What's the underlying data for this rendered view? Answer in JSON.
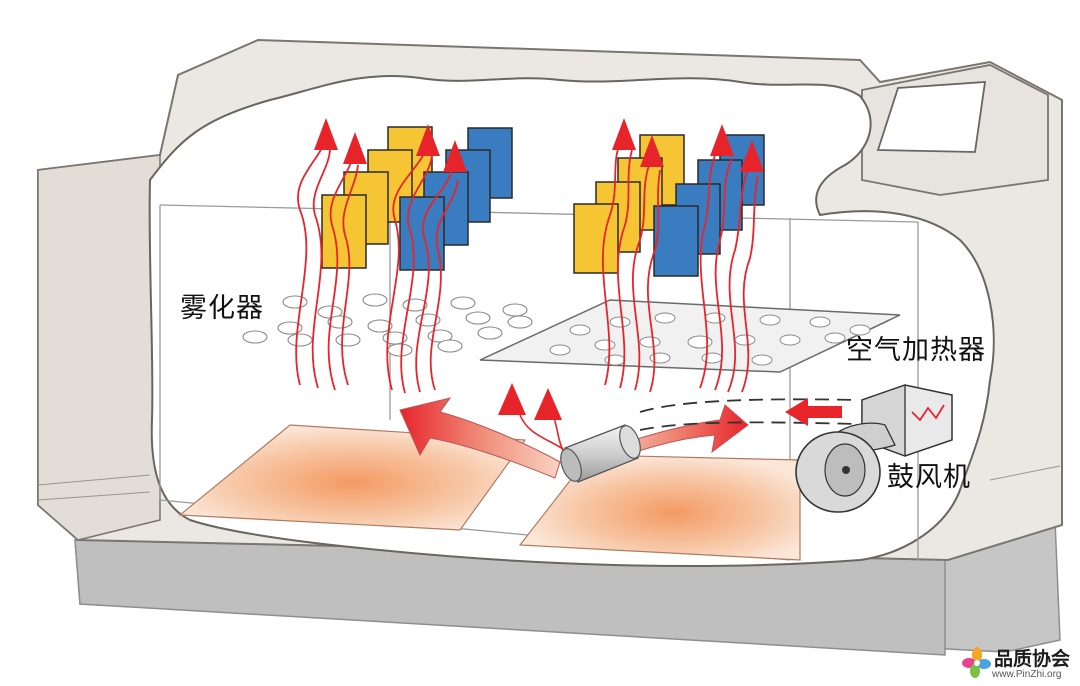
{
  "labels": {
    "atomizer": "雾化器",
    "air_heater": "空气加热器",
    "blower": "鼓风机"
  },
  "watermark": {
    "name": "品质协会",
    "url": "www.PinZhi.org"
  },
  "colors": {
    "chamber_body": "#ebe7e2",
    "base": "#c8c8c8",
    "sample_yellow": "#f6c533",
    "sample_blue": "#3a7cc0",
    "mist_arrow": "#e8242b",
    "floor_heat": "#f6b58d"
  }
}
